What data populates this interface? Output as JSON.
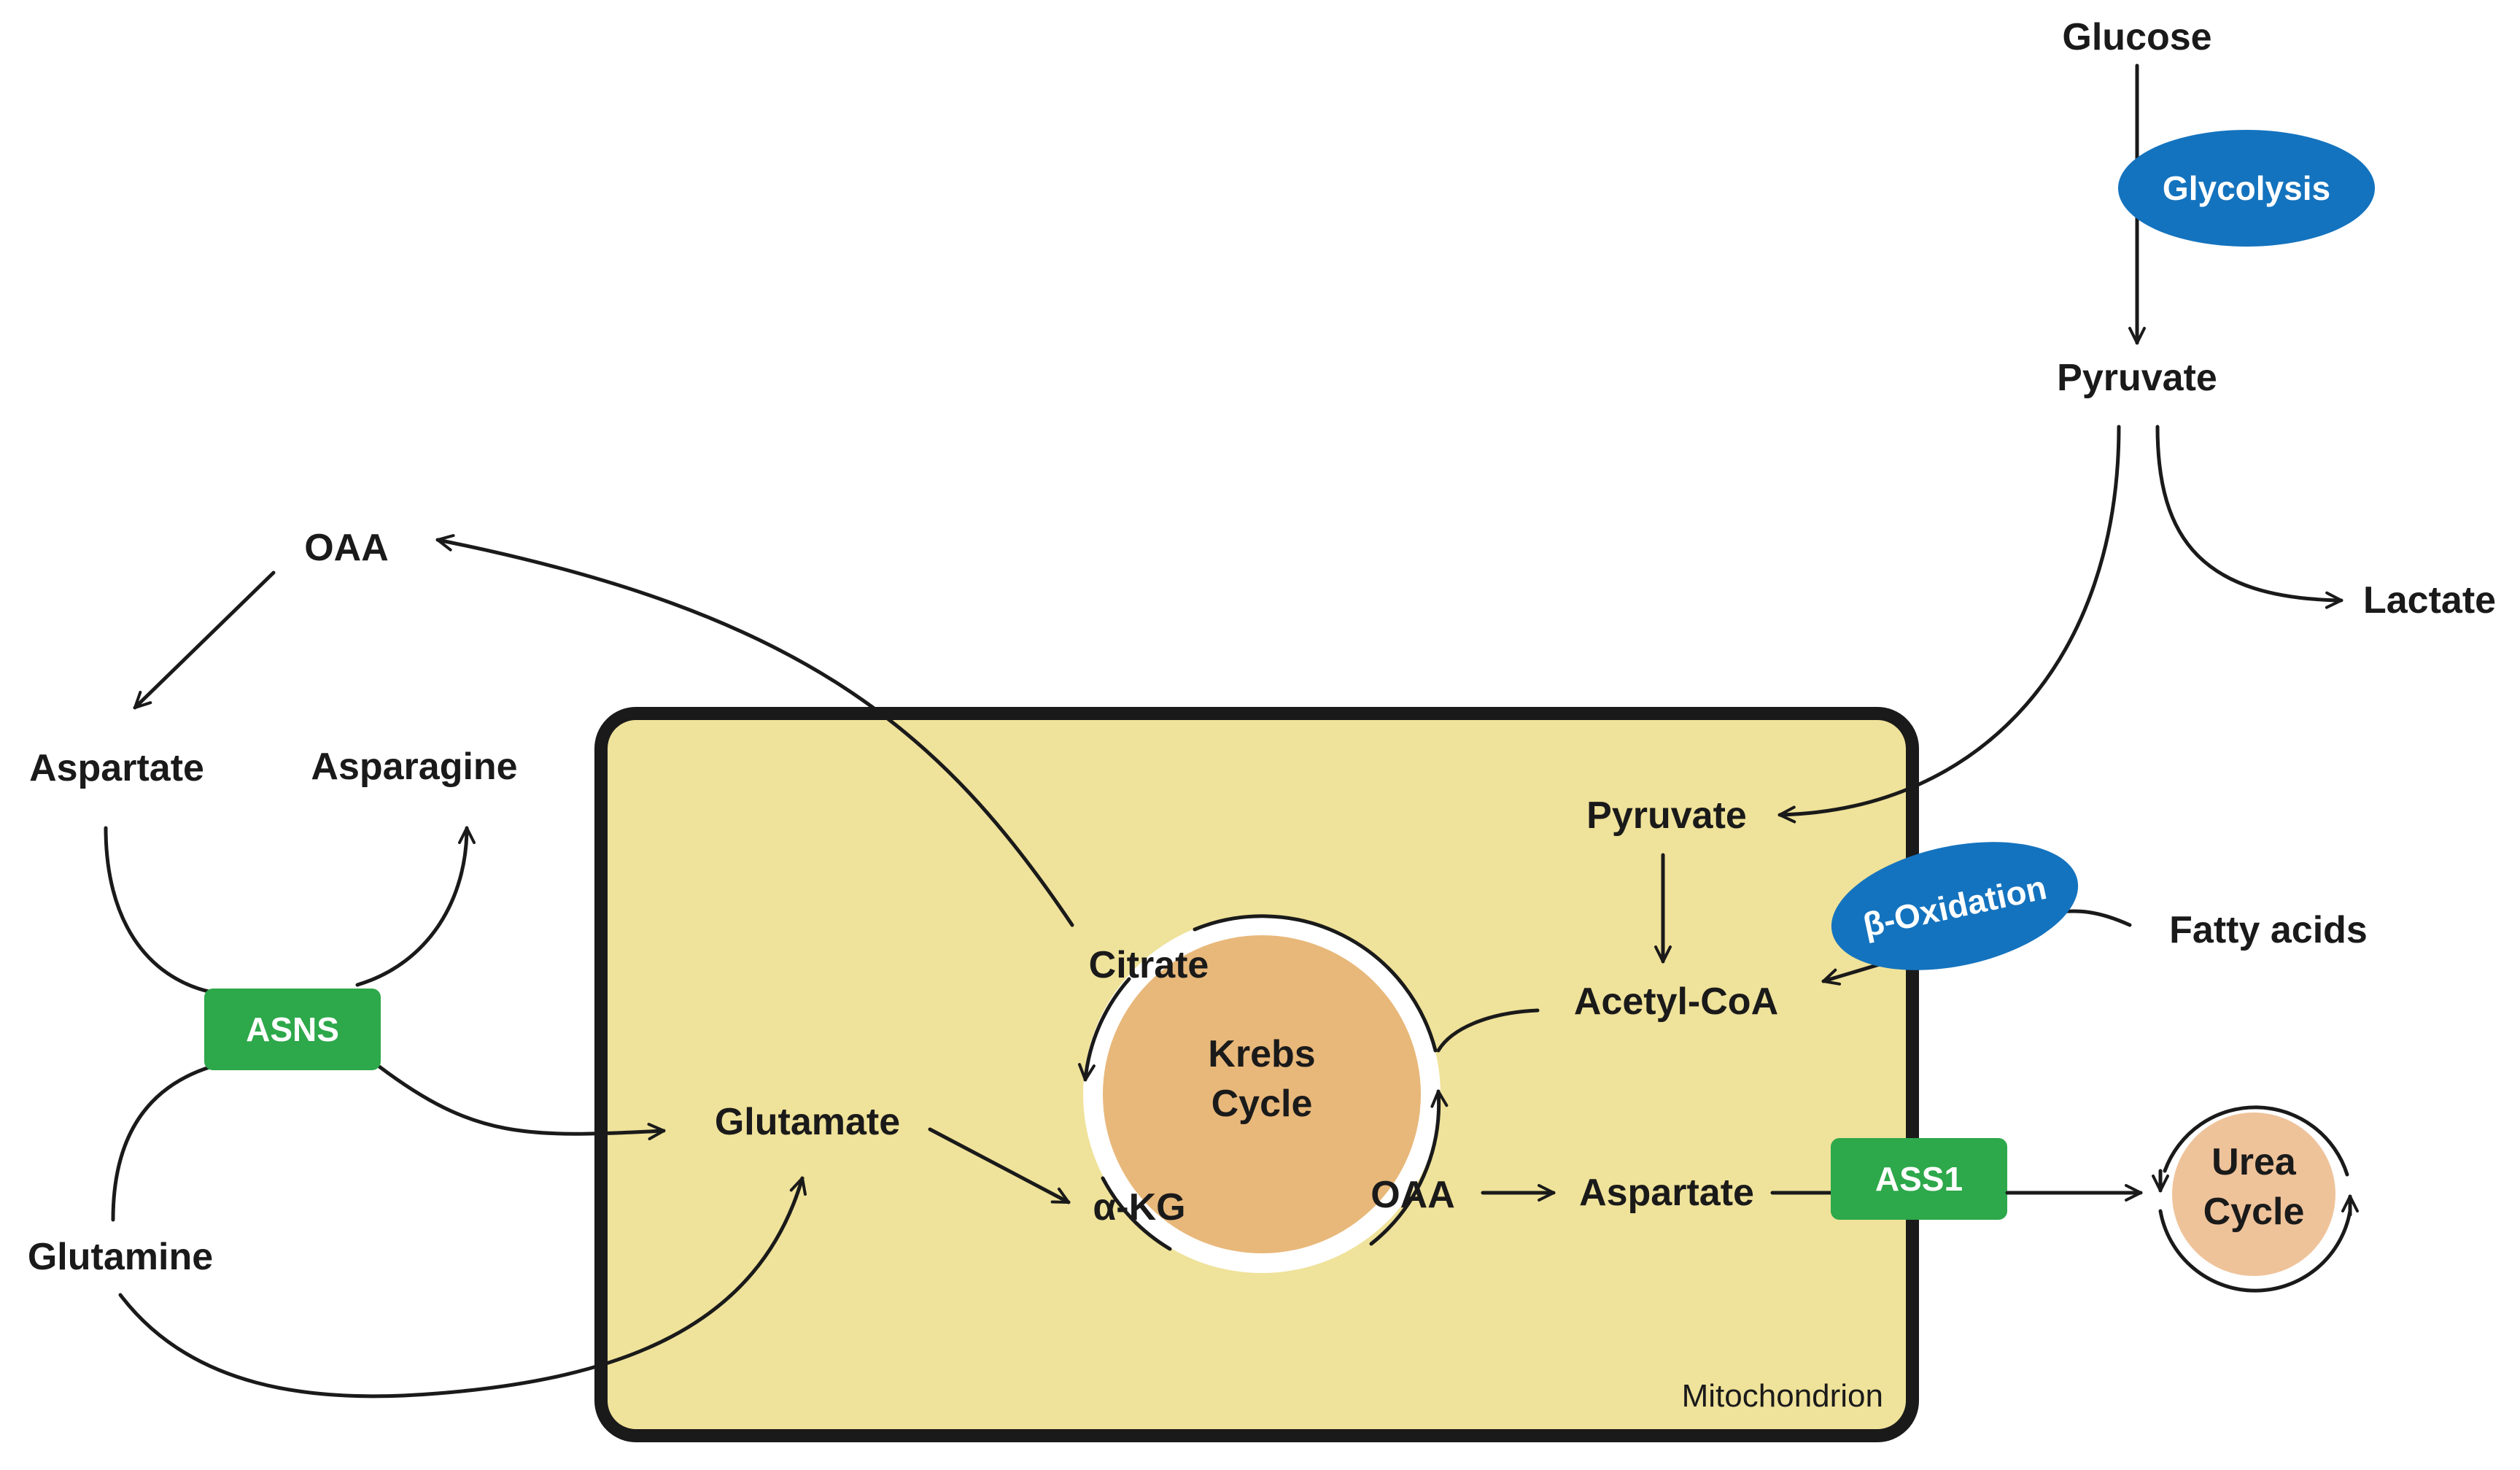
{
  "colors": {
    "mitochondrion_fill": "#EFE29A",
    "mitochondrion_border": "#1a1a1a",
    "krebs_fill": "#E8B87A",
    "urea_fill": "#EFC39A",
    "enzyme_green": "#2DA84A",
    "process_blue": "#1473BE"
  },
  "compartments": {
    "mitochondrion": "Mitochondrion"
  },
  "cycles": {
    "krebs_line1": "Krebs",
    "krebs_line2": "Cycle",
    "urea_line1": "Urea",
    "urea_line2": "Cycle"
  },
  "enzymes": {
    "asns": "ASNS",
    "ass1": "ASS1"
  },
  "processes": {
    "glycolysis": "Glycolysis",
    "beta_oxidation": "β-Oxidation"
  },
  "metabolites": {
    "glucose": "Glucose",
    "pyruvate_cyto": "Pyruvate",
    "lactate": "Lactate",
    "oaa_cyto": "OAA",
    "aspartate_cyto": "Aspartate",
    "asparagine": "Asparagine",
    "glutamine": "Glutamine",
    "glutamate": "Glutamate",
    "pyruvate_mito": "Pyruvate",
    "fatty_acids": "Fatty acids",
    "acetyl_coa": "Acetyl-CoA",
    "citrate": "Citrate",
    "akg": "α-KG",
    "oaa_mito": "OAA",
    "aspartate_mito": "Aspartate"
  }
}
